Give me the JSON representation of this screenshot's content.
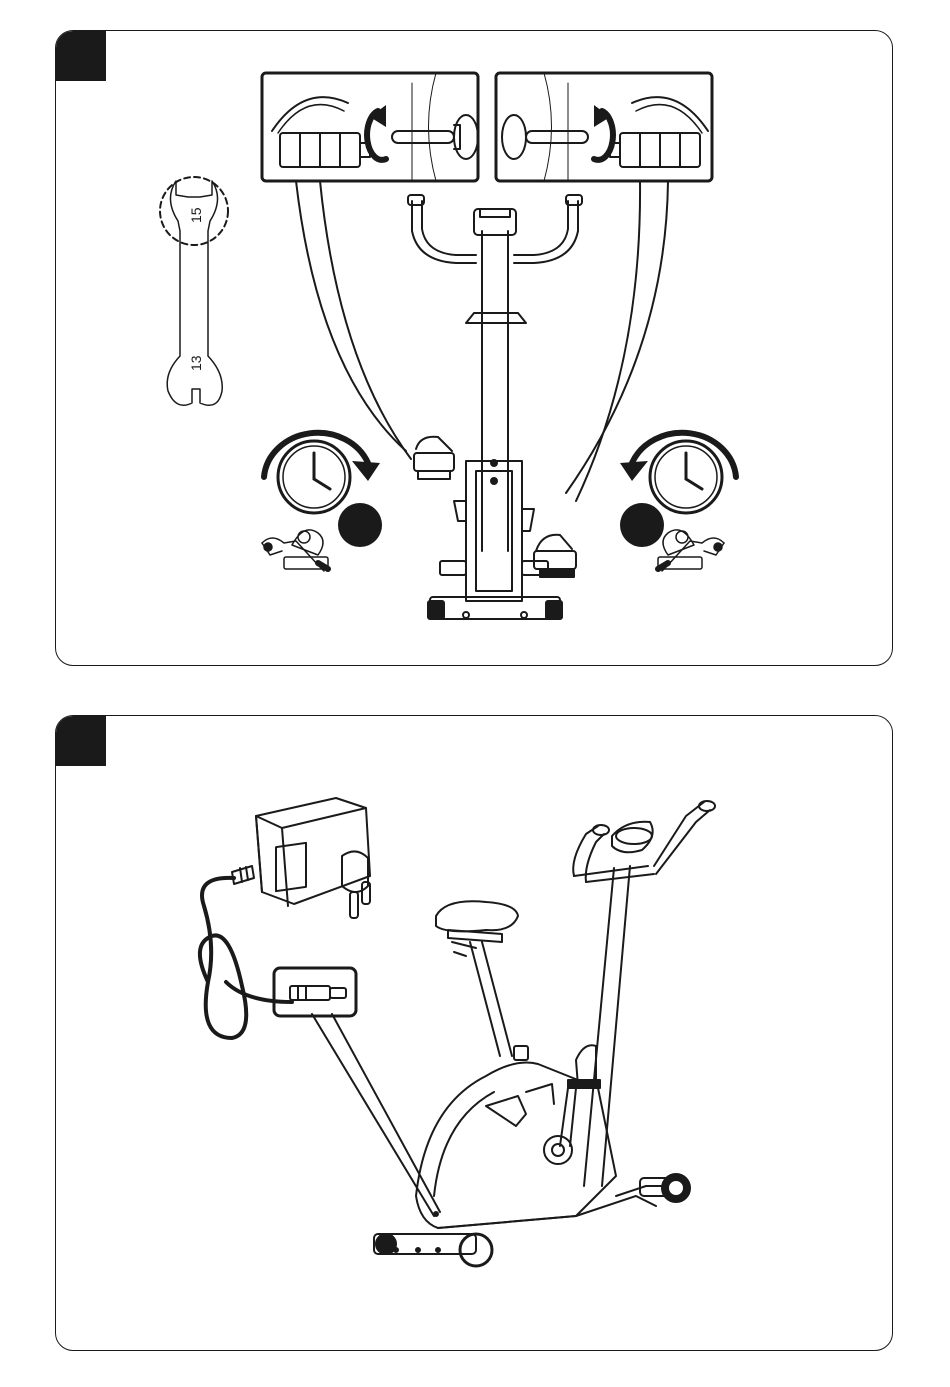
{
  "colors": {
    "line": "#1a1a1a",
    "fill": "#1a1a1a",
    "background": "#ffffff"
  },
  "step1": {
    "number": "",
    "wrench": {
      "label_large": "15",
      "label_small": "13"
    },
    "tighten_direction": {
      "right_pedal": "clockwise",
      "left_pedal": "counterclockwise"
    }
  },
  "step2": {
    "number": ""
  }
}
